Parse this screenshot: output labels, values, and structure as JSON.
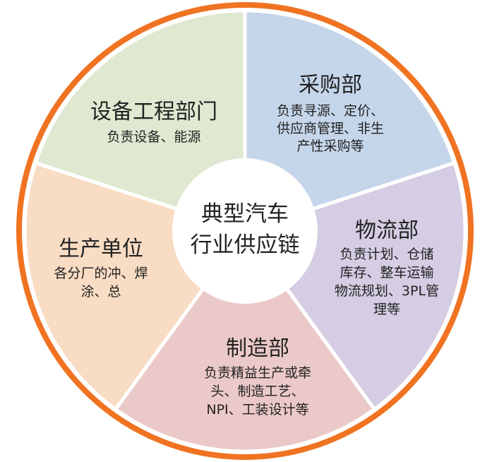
{
  "center": {
    "line1": "典型汽车",
    "line2": "行业供应链"
  },
  "segments": [
    {
      "id": "procurement",
      "title": "采购部",
      "desc": [
        "负责寻源、定价、",
        "供应商管理、非生",
        "产性采购等"
      ],
      "color": "#c5d6ea"
    },
    {
      "id": "logistics",
      "title": "物流部",
      "desc": [
        "负责计划、仓储",
        "库存、整车运输",
        "物流规划、3PL管",
        "理等"
      ],
      "color": "#d4cde3"
    },
    {
      "id": "manufacturing",
      "title": "制造部",
      "desc": [
        "负责精益生产或牵",
        "头、制造工艺、",
        "NPI、工装设计等"
      ],
      "color": "#ecc9c9"
    },
    {
      "id": "production",
      "title": "生产单位",
      "desc": [
        "各分厂的冲、焊",
        "涂、总"
      ],
      "color": "#f8dcc3"
    },
    {
      "id": "equipment",
      "title": "设备工程部门",
      "desc": [
        "负责设备、能源"
      ],
      "color": "#dfe8d0"
    }
  ],
  "colors": {
    "ring": "#f07322",
    "hub": "#ffffff",
    "divider": "#ffffff"
  }
}
